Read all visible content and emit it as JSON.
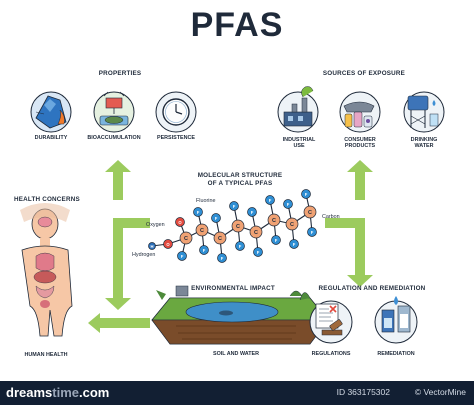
{
  "title": "PFAS",
  "properties": {
    "heading": "PROPERTIES",
    "items": [
      "DURABILITY",
      "BIOACCUMULATION",
      "PERSISTENCE"
    ]
  },
  "sources": {
    "heading": "SOURCES OF EXPOSURE",
    "items": [
      {
        "line1": "INDUSTRIAL",
        "line2": "USE"
      },
      {
        "line1": "CONSUMER",
        "line2": "PRODUCTS"
      },
      {
        "line1": "DRINKING",
        "line2": "WATER"
      }
    ]
  },
  "molecule": {
    "heading_line1": "MOLECULAR STRUCTURE",
    "heading_line2": "OF A TYPICAL PFAS",
    "labels": {
      "fluorine": "Fluorine",
      "oxygen": "Oxygen",
      "hydrogen": "Hydrogen",
      "carbon": "Carbon"
    },
    "atom_letters": {
      "carbon": "C",
      "fluorine": "F",
      "oxygen": "O",
      "hydrogen": "H"
    }
  },
  "health": {
    "heading": "HEALTH CONCERNS",
    "caption": "HUMAN HEALTH"
  },
  "environment": {
    "heading": "ENVIRONMENTAL IMPACT",
    "caption": "SOIL AND WATER"
  },
  "regulation": {
    "heading": "REGULATION AND REMEDIATION",
    "items": [
      "REGULATIONS",
      "REMEDIATION"
    ]
  },
  "footer": {
    "logo_left": "dreams",
    "logo_dot": "time",
    "logo_suffix": ".com",
    "id_text": "ID 363175302",
    "credit": "© VectorMine"
  },
  "colors": {
    "arrow": "#8fc54a",
    "fluorine": "#2f8fd4",
    "carbon": "#f0a274",
    "oxygen": "#e24a3f",
    "hydrogen": "#2c6fb8",
    "navy": "#121f33"
  }
}
